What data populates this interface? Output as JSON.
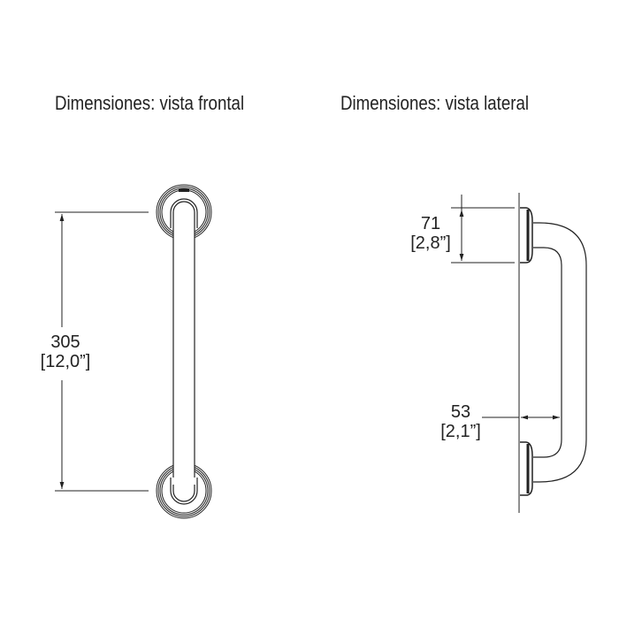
{
  "front_view": {
    "title": "Dimensiones: vista frontal",
    "height_mm": "305",
    "height_in": "[12,0”]"
  },
  "side_view": {
    "title": "Dimensiones: vista lateral",
    "flange_mm": "71",
    "flange_in": "[2,8”]",
    "clearance_mm": "53",
    "clearance_in": "[2,1”]"
  }
}
